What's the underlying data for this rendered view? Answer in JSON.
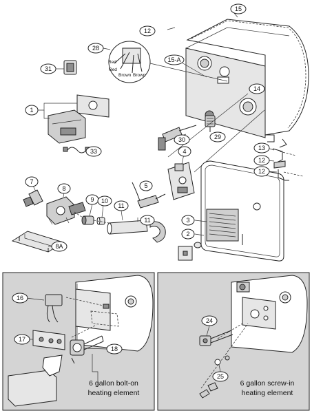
{
  "callouts": {
    "c1": "1",
    "c2": "2",
    "c3": "3",
    "c4": "4",
    "c5": "5",
    "c7": "7",
    "c8": "8",
    "c8a": "8A",
    "c9": "9",
    "c10": "10",
    "c11a": "11",
    "c11b": "11",
    "c12a": "12",
    "c12b": "12",
    "c12c": "12",
    "c13": "13",
    "c14": "14",
    "c15": "15",
    "c15a": "15-A",
    "c16": "16",
    "c17": "17",
    "c18": "18",
    "c24": "24",
    "c25": "25",
    "c28": "28",
    "c29": "29",
    "c30": "30",
    "c31": "31",
    "c33": "33"
  },
  "wire_labels": {
    "red1": "Red",
    "red2": "Red",
    "brown1": "Brown",
    "brown2": "Brown"
  },
  "insets": {
    "left_caption_line1": "6 gallon bolt-on",
    "left_caption_line2": "heating element",
    "right_caption_line1": "6 gallon screw-in",
    "right_caption_line2": "heating element"
  }
}
